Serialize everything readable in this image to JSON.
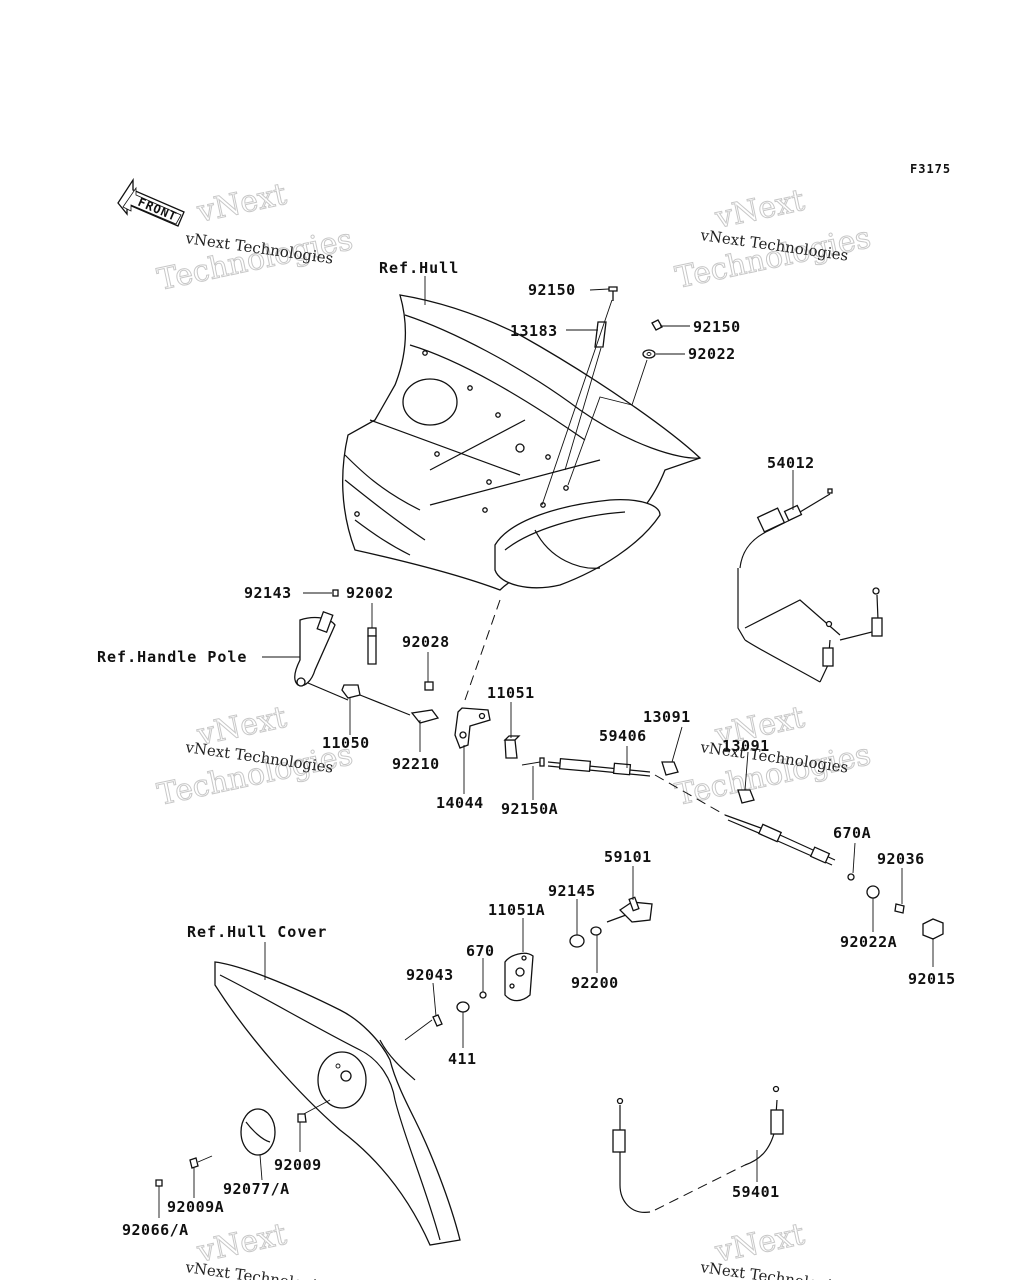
{
  "diagram_code": "F3175",
  "front_arrow_text": "FRONT",
  "watermark": {
    "small": "vNext Technologies",
    "large_top": "vNext",
    "large_bottom": "Technologies"
  },
  "references": {
    "hull": "Ref.Hull",
    "handle_pole": "Ref.Handle Pole",
    "hull_cover": "Ref.Hull Cover"
  },
  "parts": [
    {
      "id": "p1",
      "number": "92150"
    },
    {
      "id": "p2",
      "number": "13183"
    },
    {
      "id": "p3",
      "number": "92150"
    },
    {
      "id": "p4",
      "number": "92022"
    },
    {
      "id": "p5",
      "number": "54012"
    },
    {
      "id": "p6",
      "number": "92143"
    },
    {
      "id": "p7",
      "number": "92002"
    },
    {
      "id": "p8",
      "number": "92028"
    },
    {
      "id": "p9",
      "number": "11051"
    },
    {
      "id": "p10",
      "number": "13091"
    },
    {
      "id": "p11",
      "number": "59406"
    },
    {
      "id": "p12",
      "number": "13091"
    },
    {
      "id": "p13",
      "number": "11050"
    },
    {
      "id": "p14",
      "number": "92210"
    },
    {
      "id": "p15",
      "number": "14044"
    },
    {
      "id": "p16",
      "number": "92150A"
    },
    {
      "id": "p17",
      "number": "670A"
    },
    {
      "id": "p18",
      "number": "59101"
    },
    {
      "id": "p19",
      "number": "92036"
    },
    {
      "id": "p20",
      "number": "92145"
    },
    {
      "id": "p21",
      "number": "11051A"
    },
    {
      "id": "p22",
      "number": "92022A"
    },
    {
      "id": "p23",
      "number": "670"
    },
    {
      "id": "p24",
      "number": "92200"
    },
    {
      "id": "p25",
      "number": "92015"
    },
    {
      "id": "p26",
      "number": "92043"
    },
    {
      "id": "p27",
      "number": "411"
    },
    {
      "id": "p28",
      "number": "92009"
    },
    {
      "id": "p29",
      "number": "92077/A"
    },
    {
      "id": "p30",
      "number": "92009A"
    },
    {
      "id": "p31",
      "number": "92066/A"
    },
    {
      "id": "p32",
      "number": "59401"
    }
  ]
}
